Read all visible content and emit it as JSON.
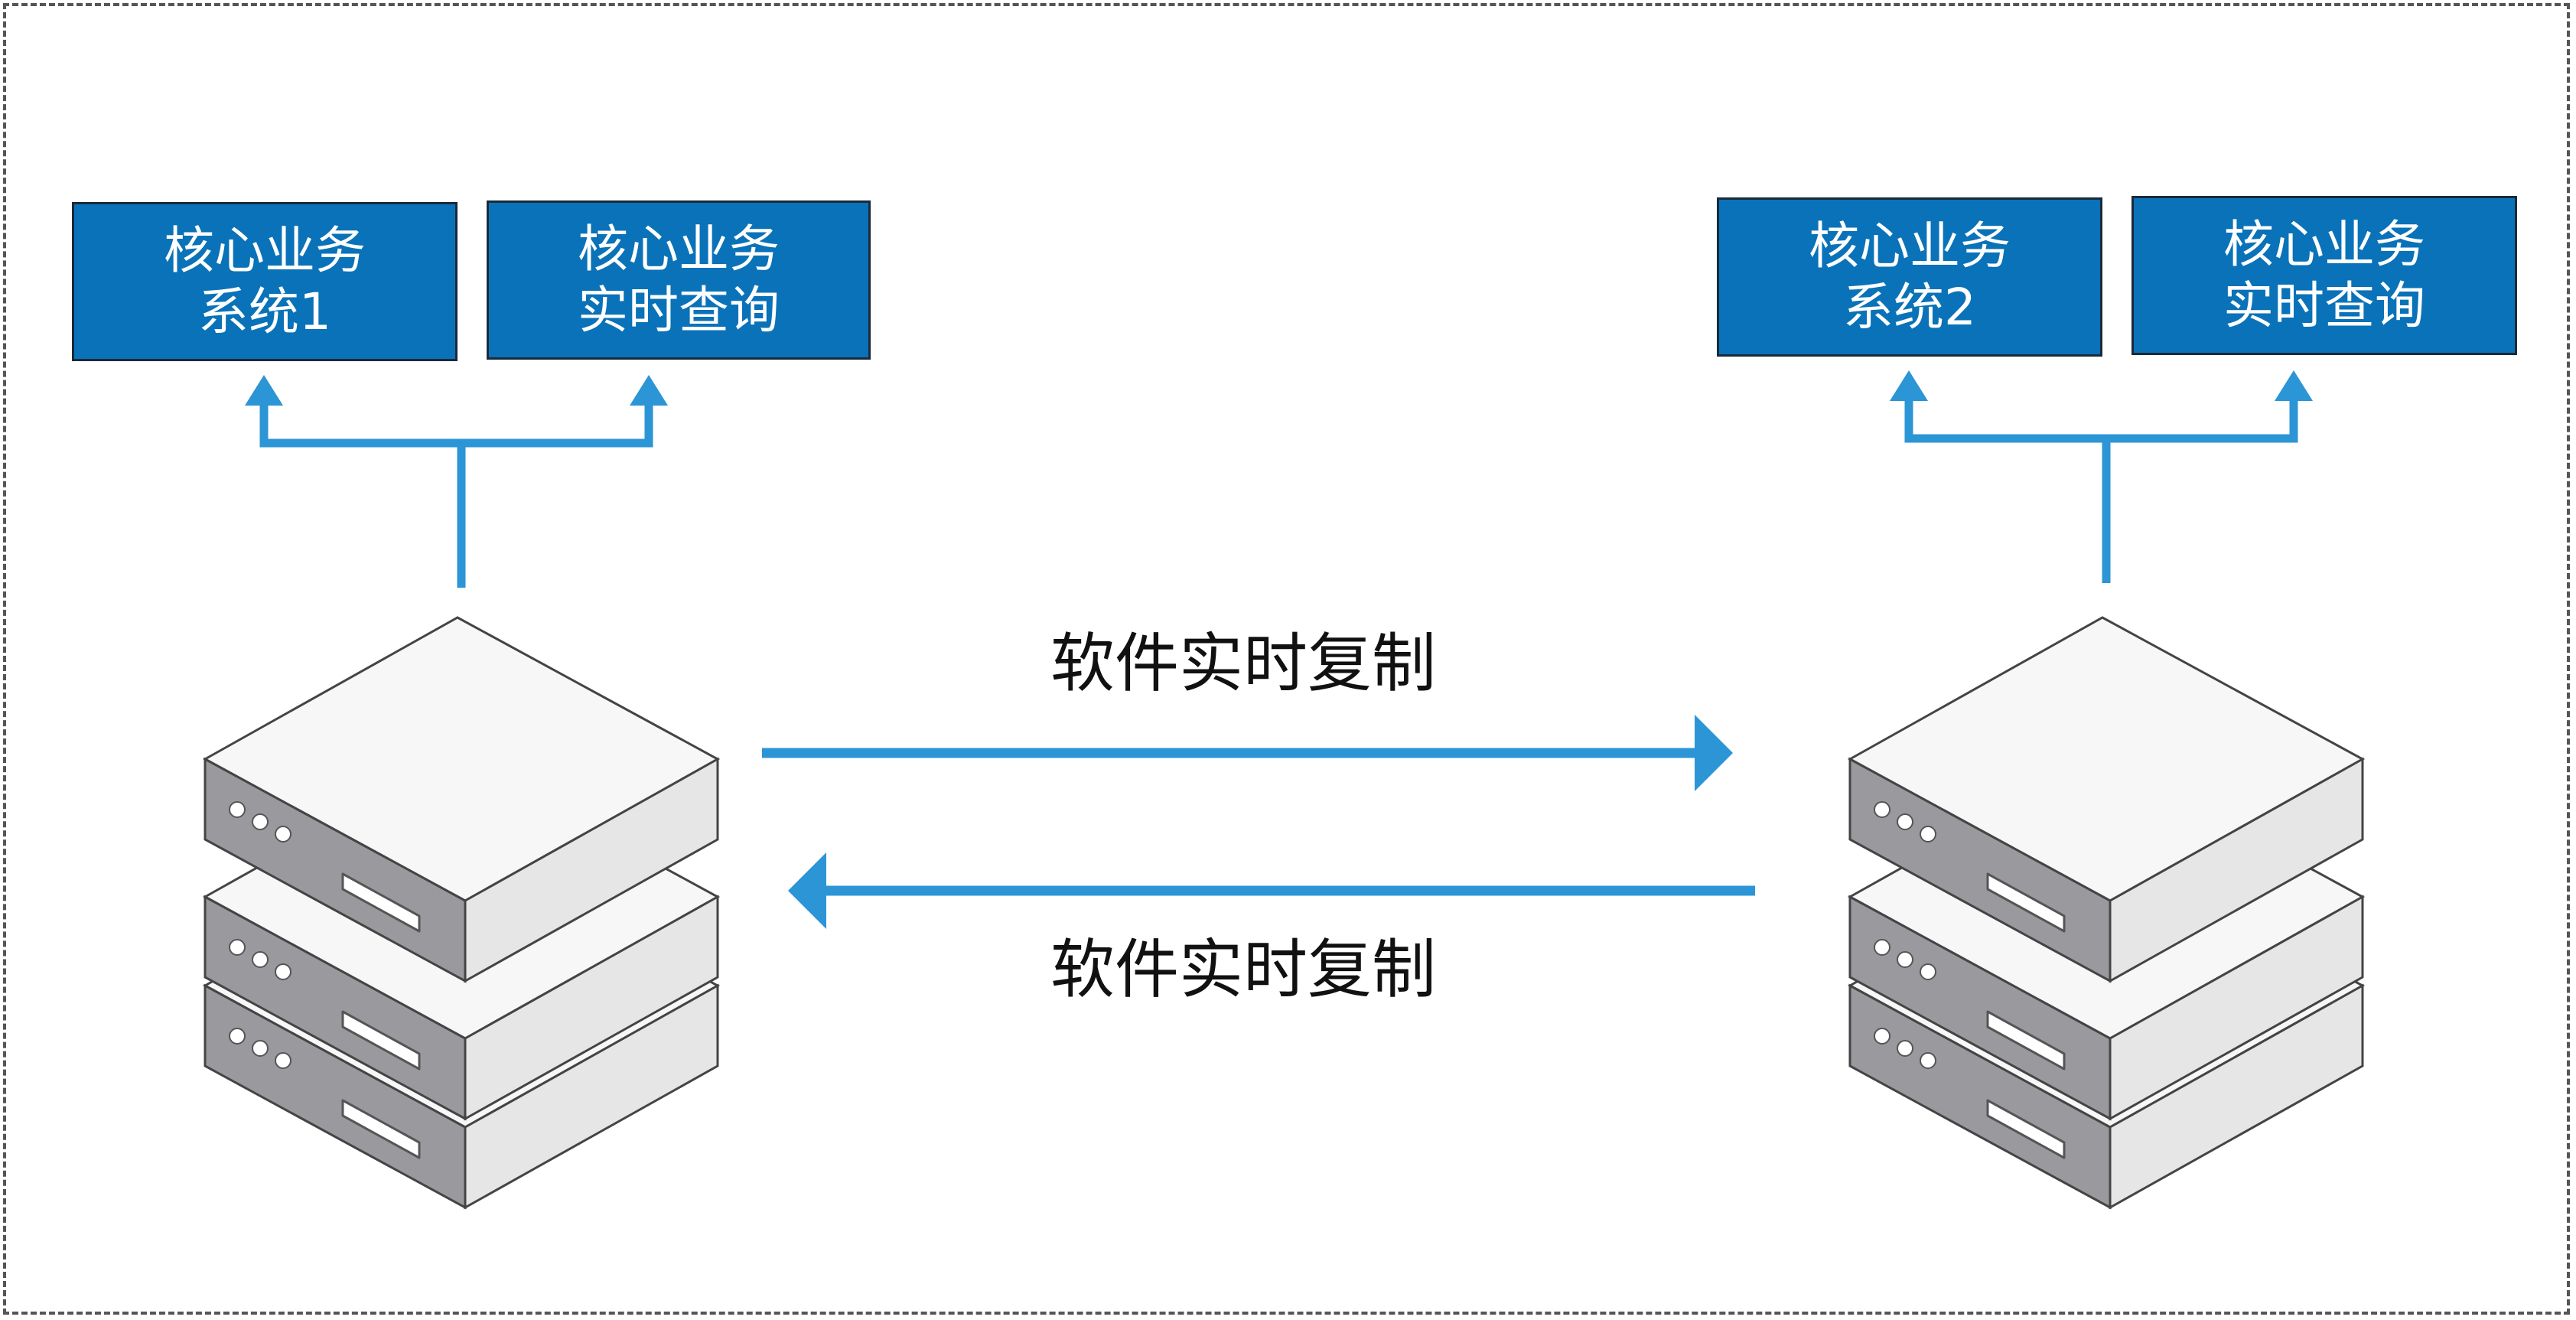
{
  "diagram": {
    "left_site": {
      "boxes": [
        {
          "line1": "核心业务",
          "line2": "系统1"
        },
        {
          "line1": "核心业务",
          "line2": "实时查询"
        }
      ]
    },
    "right_site": {
      "boxes": [
        {
          "line1": "核心业务",
          "line2": "系统2"
        },
        {
          "line1": "核心业务",
          "line2": "实时查询"
        }
      ]
    },
    "replication": {
      "forward_label": "软件实时复制",
      "backward_label": "软件实时复制"
    },
    "colors": {
      "box_fill": "#0a72b8",
      "arrow": "#2b95d6",
      "server_top": "#f7f7f7",
      "server_side": "#9a9a9e"
    }
  }
}
